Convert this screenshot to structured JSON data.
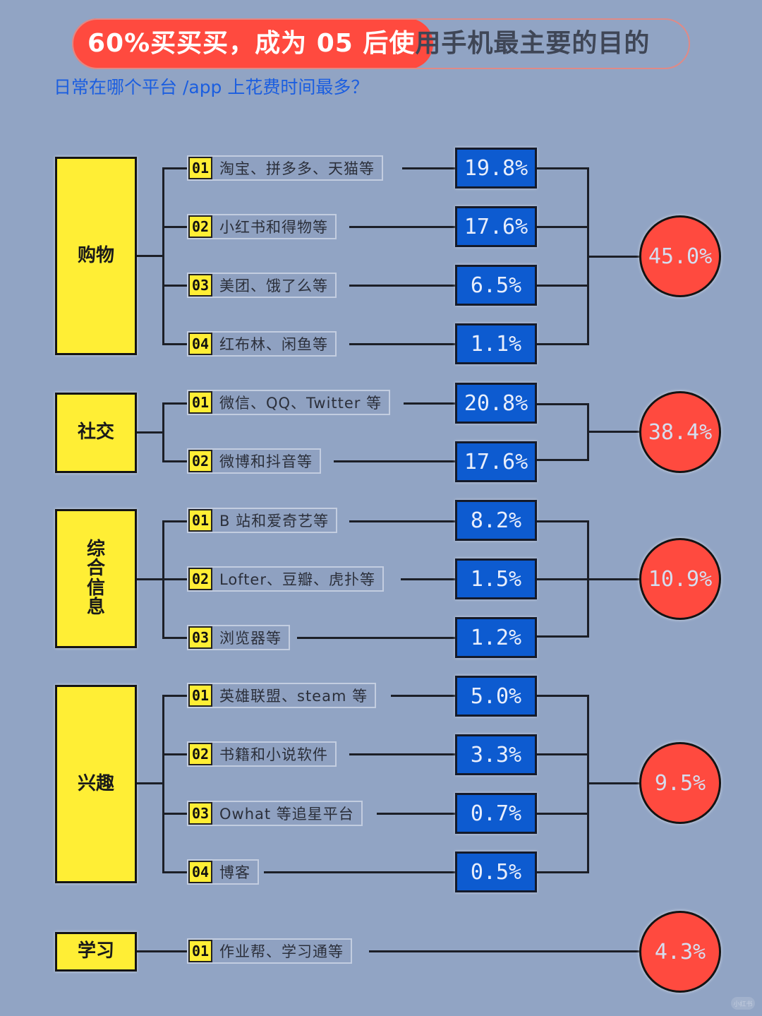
{
  "header": {
    "title_highlight": "60%买买买，成为 05 后使",
    "title_rest": "用手机最主要的目的",
    "subtitle": "日常在哪个平台 /app 上花费时间最多？"
  },
  "colors": {
    "background": "#91a4c4",
    "category_box": "#ffee35",
    "percent_box": "#0d5bd0",
    "total_circle": "#ff4a3f",
    "title_fill": "#ff4a3f",
    "subtitle": "#1b5ee0"
  },
  "categories": [
    {
      "name": "购物",
      "total": "45.0%",
      "items": [
        {
          "num": "01",
          "label": "淘宝、拼多多、天猫等",
          "pct": "19.8%"
        },
        {
          "num": "02",
          "label": "小红书和得物等",
          "pct": "17.6%"
        },
        {
          "num": "03",
          "label": "美团、饿了么等",
          "pct": "6.5%"
        },
        {
          "num": "04",
          "label": "红布林、闲鱼等",
          "pct": "1.1%"
        }
      ]
    },
    {
      "name": "社交",
      "total": "38.4%",
      "items": [
        {
          "num": "01",
          "label": "微信、QQ、Twitter 等",
          "pct": "20.8%"
        },
        {
          "num": "02",
          "label": "微博和抖音等",
          "pct": "17.6%"
        }
      ]
    },
    {
      "name": "综合信息",
      "total": "10.9%",
      "items": [
        {
          "num": "01",
          "label": "B 站和爱奇艺等",
          "pct": "8.2%"
        },
        {
          "num": "02",
          "label": "Lofter、豆瓣、虎扑等",
          "pct": "1.5%"
        },
        {
          "num": "03",
          "label": "浏览器等",
          "pct": "1.2%"
        }
      ]
    },
    {
      "name": "兴趣",
      "total": "9.5%",
      "items": [
        {
          "num": "01",
          "label": "英雄联盟、steam 等",
          "pct": "5.0%"
        },
        {
          "num": "02",
          "label": "书籍和小说软件",
          "pct": "3.3%"
        },
        {
          "num": "03",
          "label": "Owhat 等追星平台",
          "pct": "0.7%"
        },
        {
          "num": "04",
          "label": "博客",
          "pct": "0.5%"
        }
      ]
    },
    {
      "name": "学习",
      "total": "4.3%",
      "items": [
        {
          "num": "01",
          "label": "作业帮、学习通等",
          "pct": null
        }
      ]
    }
  ],
  "watermark": "小红书"
}
